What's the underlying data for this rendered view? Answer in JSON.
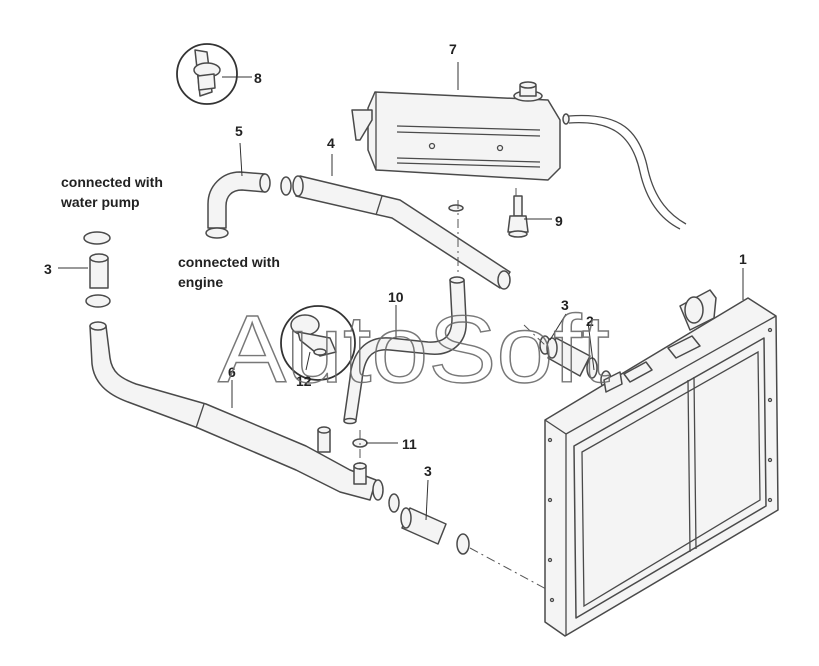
{
  "callouts": {
    "c1": "1",
    "c2": "2",
    "c3a": "3",
    "c3b": "3",
    "c3c": "3",
    "c4": "4",
    "c5": "5",
    "c6": "6",
    "c7": "7",
    "c8": "8",
    "c9": "9",
    "c10": "10",
    "c11": "11",
    "c12": "12"
  },
  "notes": {
    "water_pump_line1": "connected with",
    "water_pump_line2": "water pump",
    "engine_line1": "connected with",
    "engine_line2": "engine"
  },
  "watermark": "AutoSoft"
}
